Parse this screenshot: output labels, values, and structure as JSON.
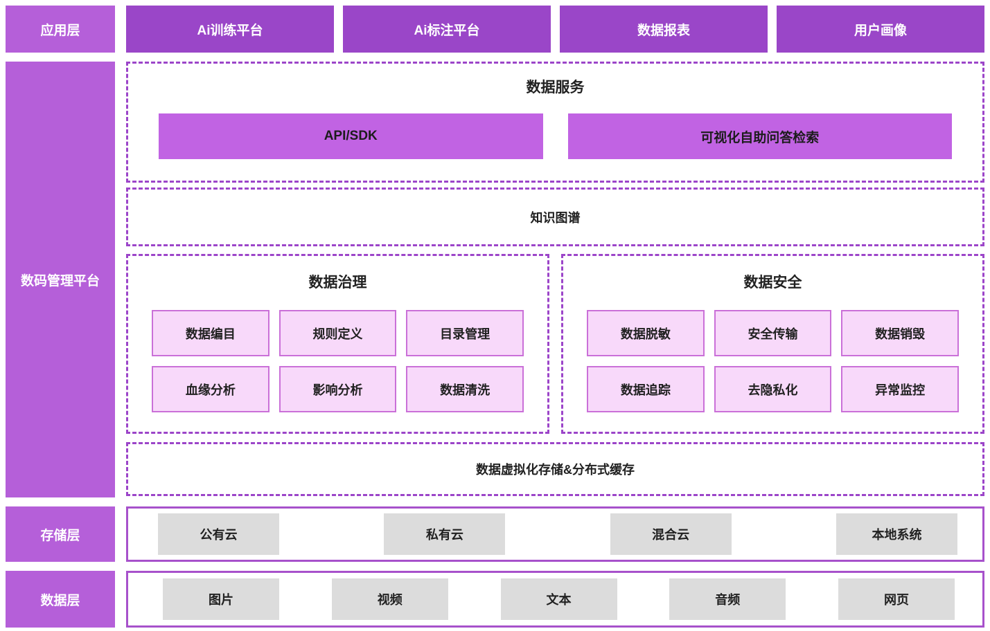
{
  "diagram": {
    "application_layer": {
      "label": "应用层",
      "items": [
        "Ai训练平台",
        "Ai标注平台",
        "数据报表",
        "用户画像"
      ]
    },
    "platform_layer": {
      "label": "数码管理平台",
      "data_service": {
        "title": "数据服务",
        "items": [
          "API/SDK",
          "可视化自助问答检索"
        ]
      },
      "knowledge_graph": {
        "title": "知识图谱"
      },
      "data_governance": {
        "title": "数据治理",
        "items": [
          "数据编目",
          "规则定义",
          "目录管理",
          "血缘分析",
          "影响分析",
          "数据清洗"
        ]
      },
      "data_security": {
        "title": "数据安全",
        "items": [
          "数据脱敏",
          "安全传输",
          "数据销毁",
          "数据追踪",
          "去隐私化",
          "异常监控"
        ]
      },
      "virtual_storage": {
        "title": "数据虚拟化存储&分布式缓存"
      }
    },
    "storage_layer": {
      "label": "存储层",
      "items": [
        "公有云",
        "私有云",
        "混合云",
        "本地系统"
      ]
    },
    "data_layer": {
      "label": "数据层",
      "items": [
        "图片",
        "视频",
        "文本",
        "音频",
        "网页"
      ]
    },
    "colors": {
      "layer_label_bg": "#b55fd9",
      "app_box_bg": "#9a46c8",
      "service_box_bg": "#c163e3",
      "pink_box_bg": "#f8d9fa",
      "pink_box_border": "#ca70d8",
      "dashed_border": "#9c45c9",
      "solid_border": "#a751cb",
      "gray_box_bg": "#dcdcdc",
      "text_light": "#ffffff",
      "text_dark": "#212121"
    }
  }
}
